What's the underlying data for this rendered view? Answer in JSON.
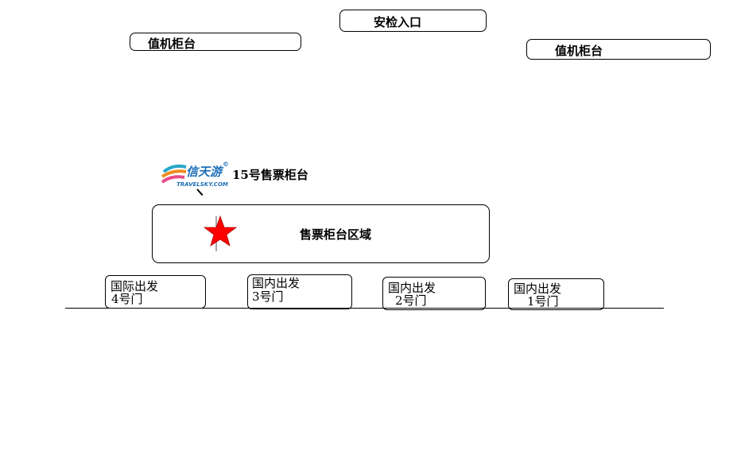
{
  "security_entrance": "安检入口",
  "checkin_left": "值机柜台",
  "checkin_right": "值机柜台",
  "ticket_counter_label": "15号售票柜台",
  "ticket_area_label": "售票柜台区域",
  "logo": {
    "name": "信天游",
    "url_text": "TRAVELSKY.COM",
    "mark": "©",
    "colors": {
      "blue": "#1f6fb8",
      "orange": "#f08a1c",
      "pink": "#e84a8a",
      "teal": "#2aa7c9"
    }
  },
  "marker_color": "#ff0000",
  "gates": [
    {
      "line1": "国际出发",
      "line2": "4号门"
    },
    {
      "line1": "国内出发",
      "line2": "3号门"
    },
    {
      "line1": "国内出发",
      "line2": "2号门"
    },
    {
      "line1": "国内出发",
      "line2": "1号门"
    }
  ]
}
